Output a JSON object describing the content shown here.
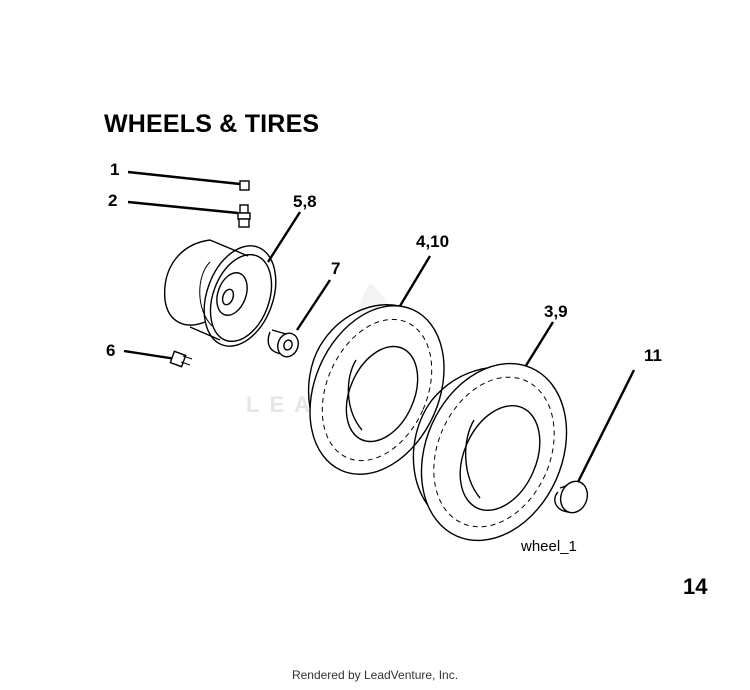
{
  "title": "WHEELS & TIRES",
  "callouts": {
    "c1": "1",
    "c2": "2",
    "c58": "5,8",
    "c7": "7",
    "c410": "4,10",
    "c39": "3,9",
    "c6": "6",
    "c11": "11"
  },
  "diagram_id": "wheel_1",
  "page_number": "14",
  "watermark": "LEADVENTURE",
  "footer": "Rendered by LeadVenture, Inc."
}
